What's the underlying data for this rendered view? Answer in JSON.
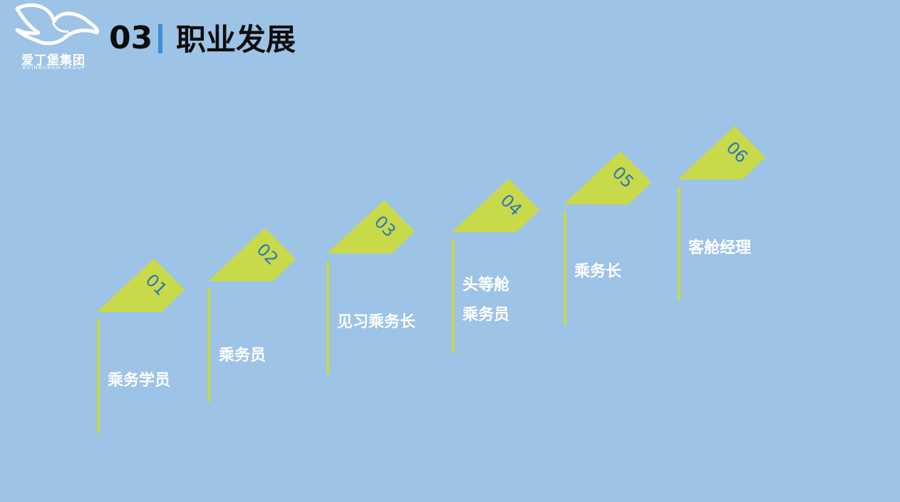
{
  "logo": {
    "name_cn": "爱丁堡集团",
    "name_en": "EDINBURGH GROUP"
  },
  "title": {
    "number": "03",
    "text": "职业发展"
  },
  "colors": {
    "background": "#9dc3e6",
    "flag": "#c8da4a",
    "pole": "#c5d84b",
    "number_text": "#2f77b8",
    "accent_bar": "#3e8fd6"
  },
  "steps": [
    {
      "number": "01",
      "label": "乘务学员"
    },
    {
      "number": "02",
      "label": "乘务员"
    },
    {
      "number": "03",
      "label": "见习乘务长"
    },
    {
      "number": "04",
      "label_line1": "头等舱",
      "label_line2": "乘务员"
    },
    {
      "number": "05",
      "label": "乘务长"
    },
    {
      "number": "06",
      "label": "客舱经理"
    }
  ]
}
